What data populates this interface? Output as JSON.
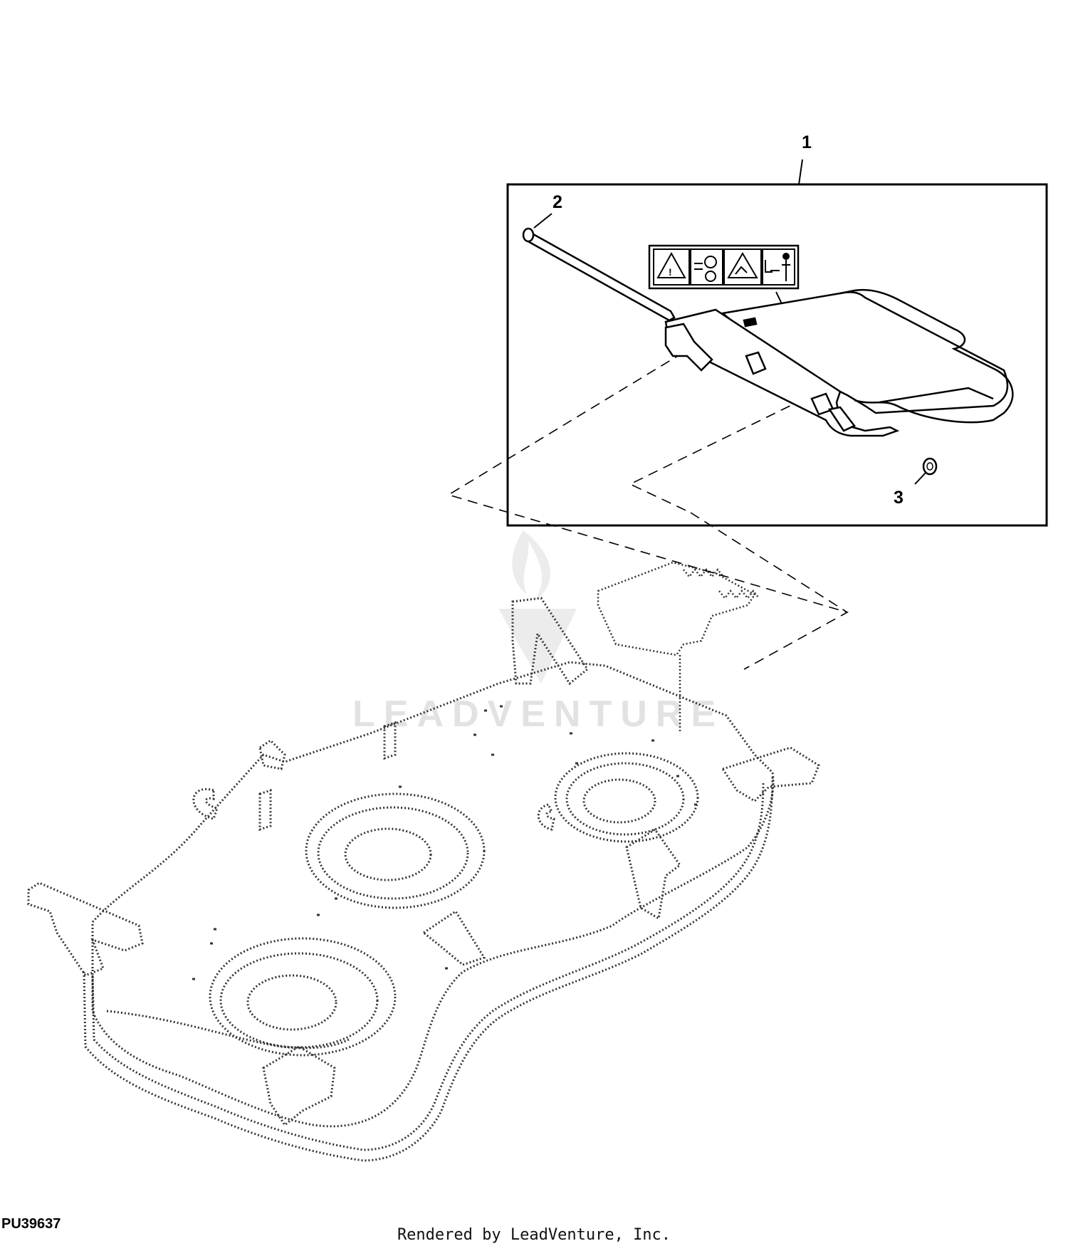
{
  "callouts": {
    "item1": "1",
    "item2": "2",
    "item3": "3"
  },
  "figure_id": "PU39637",
  "footer_text": "Rendered by LeadVenture, Inc.",
  "watermark_text": "LEADVENTURE",
  "colors": {
    "line": "#000000",
    "phantom": "#333333",
    "watermark": "#e2e2e2",
    "background": "#ffffff"
  },
  "icons": {
    "safety_decal": "warning-decal-icon",
    "watermark_logo": "leadventure-flame-logo"
  }
}
